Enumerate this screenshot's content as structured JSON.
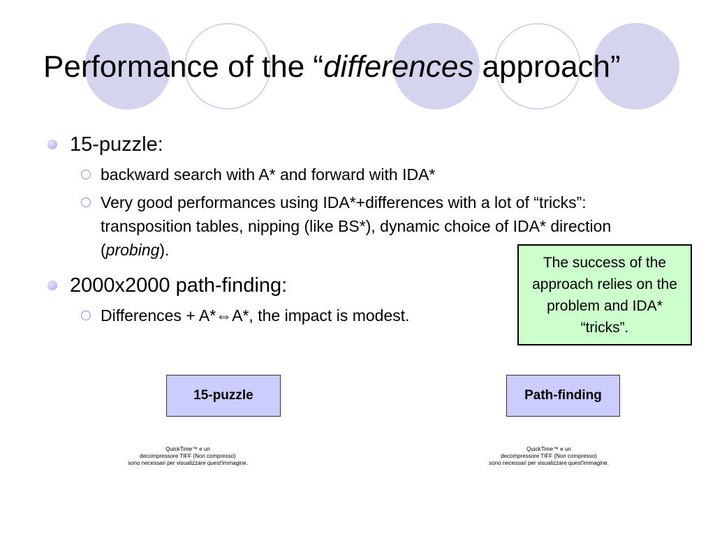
{
  "slide": {
    "title": {
      "prefix": "Performance of the “",
      "emph": "differences",
      "suffix": " approach”"
    },
    "bullets": [
      {
        "text": "15-puzzle:",
        "sub": [
          {
            "text": "backward search with A* and forward with IDA*"
          },
          {
            "text": "Very good performances using IDA*+differences with a lot of “tricks”: transposition tables, nipping (like BS*), dynamic choice of IDA* direction (",
            "emph": "probing",
            "after": ")."
          }
        ]
      },
      {
        "text": "2000x2000 path-finding:",
        "sub": [
          {
            "text": "Differences + A*⇔A*, the impact is modest."
          }
        ]
      }
    ],
    "callout": "The success of the approach relies on the problem and IDA* “tricks”.",
    "nodes": {
      "left": "15-puzzle",
      "right": "Path-finding"
    },
    "placeholders": {
      "left": {
        "line1": "QuickTime™ e un",
        "line2": "decompressore TIFF (Non compresso)",
        "line3": "sono necessari per visualizzare quest'immagine."
      },
      "right": {
        "line1": "QuickTime™ e un",
        "line2": "decompressore TIFF (Non compresso)",
        "line3": "sono necessari per visualizzare quest'immagine."
      }
    }
  },
  "colors": {
    "decor": "#d4d4ee",
    "callout_bg": "#ccffcc",
    "node_bg": "#ccccff"
  }
}
